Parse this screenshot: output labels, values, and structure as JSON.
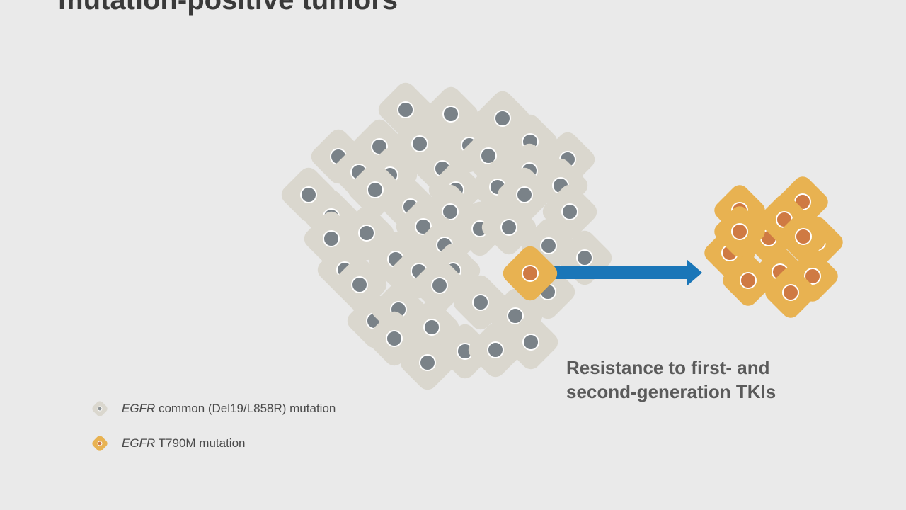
{
  "title": "mutation-positive tumors",
  "caption": {
    "line1": "Resistance to first- and",
    "line2": "second-generation TKIs"
  },
  "legend": [
    {
      "gene": "EGFR",
      "label": " common (Del19/L858R) mutation",
      "fill": "#dad7ce",
      "dot": "#8a9093"
    },
    {
      "gene": "EGFR",
      "label": " T790M mutation",
      "fill": "#e8b251",
      "dot": "#cf7a43"
    }
  ],
  "colors": {
    "background": "#eaeaea",
    "common_cell": "#dad7ce",
    "common_nucleus": "#7a8288",
    "t790m_cell": "#e8b251",
    "t790m_nucleus": "#cf7a43",
    "arrow": "#1a76b8"
  }
}
